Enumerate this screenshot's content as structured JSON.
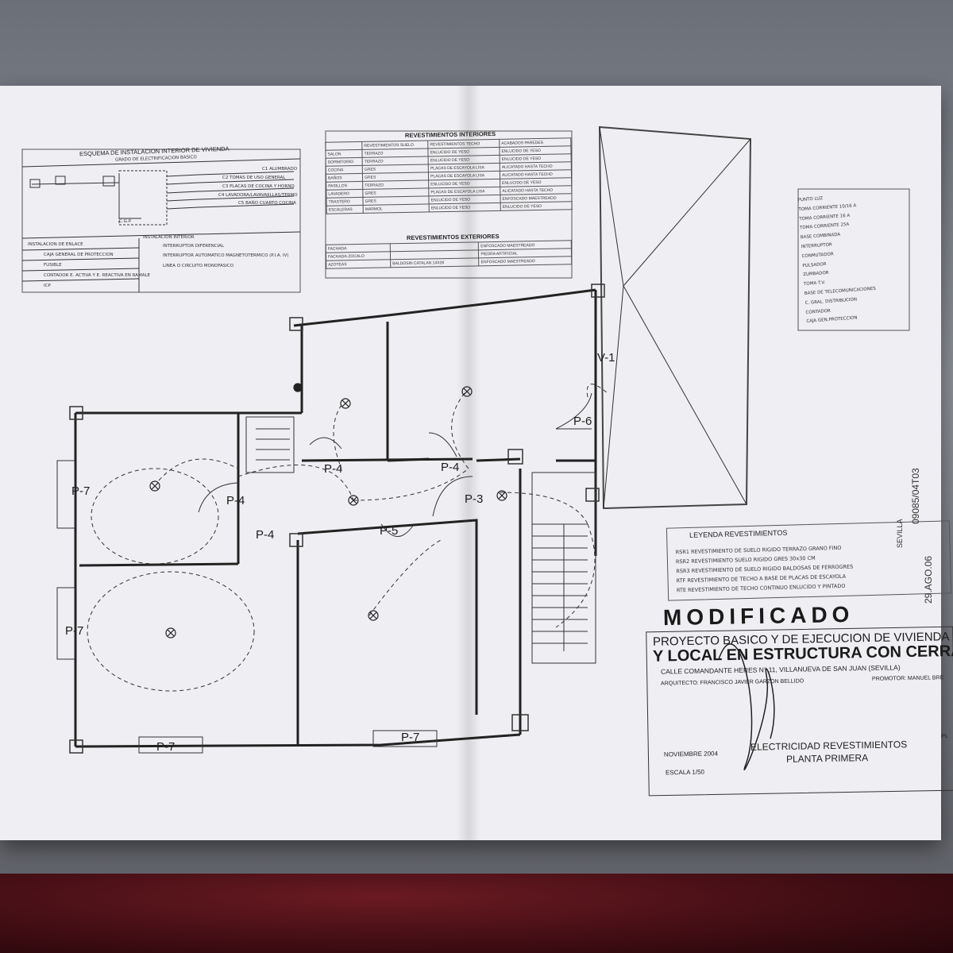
{
  "schema": {
    "title": "ESQUEMA DE INSTALACION INTERIOR DE VIVIENDA",
    "subtitle": "GRADO DE ELECTRIFICACION BASICO",
    "circuits": [
      "C1 ALUMBRADO",
      "C2 TOMAS DE USO GENERAL",
      "C3 PLACAS DE COCINA Y HORNO",
      "C4 LAVADORA/LAVAVAJILLAS/TERMO",
      "C5 BAÑO CUARTO COCINA"
    ],
    "cgp": "C.G.P.",
    "enlace_title": "INSTALACION DE ENLACE",
    "interior_title": "INSTALACION INTERIOR",
    "enlace_items": [
      "CAJA GENERAL DE PROTECCION",
      "FUSIBLE",
      "CONTADOR E. ACTIVA Y E. REACTIVA EN RAMALE",
      "ICP"
    ],
    "interior_items": [
      "INTERRUPTOR DIFERENCIAL",
      "INTERRUPTOR AUTOMATICO MAGNETOTERMICO (P.I.A. IV)",
      "LINEA O CIRCUITO MONOFASICO"
    ]
  },
  "rev_interiores": {
    "title": "REVESTIMIENTOS INTERIORES",
    "headers": [
      "",
      "REVESTIMIENTOS SUELO",
      "REVESTIMIENTOS TECHO",
      "ACABADOS PAREDES"
    ],
    "rows": [
      [
        "SALON",
        "TERRAZO",
        "ENLUCIDO DE YESO",
        "ENLUCIDO DE YESO"
      ],
      [
        "DORMITORIO",
        "TERRAZO",
        "ENLUCIDO DE YESO",
        "ENLUCIDO DE YESO"
      ],
      [
        "COCINA",
        "GRES",
        "PLACAS DE ESCAYOLA LISA",
        "ALICATADO HASTA TECHO"
      ],
      [
        "BAÑOS",
        "GRES",
        "PLACAS DE ESCAYOLA LISA",
        "ALICATADO HASTA TECHO"
      ],
      [
        "PASILLOS",
        "TERRAZO",
        "ENLUCIDO DE YESO",
        "ENLUCIDO DE YESO"
      ],
      [
        "LAVADERO",
        "GRES",
        "PLACAS DE ESCAYOLA LISA",
        "ALICATADO HASTA TECHO"
      ],
      [
        "TRASTERO",
        "GRES",
        "ENLUCIDO DE YESO",
        "ENFOSCADO MAESTREADO"
      ],
      [
        "ESCALERAS",
        "MARMOL",
        "ENLUCIDO DE YESO",
        "ENLUCIDO DE YESO"
      ]
    ]
  },
  "rev_exteriores": {
    "title": "REVESTIMIENTOS EXTERIORES",
    "rows": [
      [
        "FACHADA",
        "",
        "ENFOSCADO MAESTREADO"
      ],
      [
        "FACHADA-ZOCALO",
        "",
        "PIEDRA ARTIFICIAL"
      ],
      [
        "AZOTEAS",
        "BALDOSIN CATALAN 14X28",
        "ENFOSCADO MAESTREADO"
      ]
    ]
  },
  "legend_right": [
    "PUNTO LUZ",
    "TOMA CORRIENTE 10/16 A",
    "TOMA CORRIENTE 16 A",
    "TOMA CORRIENTE 25A",
    "BASE COMBINADA",
    "INTERRUPTOR",
    "CONMUTADOR",
    "PULSADOR",
    "ZUMBADOR",
    "TOMA T.V.",
    "BASE DE TELECOMUNICACIONES",
    "C. GRAL. DISTRIBUCION",
    "CONTADOR",
    "CAJA GEN.PROTECCION"
  ],
  "plan_labels": {
    "v1": "V-1",
    "p6": "P-6",
    "p7a": "P-7",
    "p7b": "P-7",
    "p7c": "P-7",
    "p7d": "P-7",
    "p4a": "P-4",
    "p4b": "P-4",
    "p4c": "P-4",
    "p4d": "P-4",
    "p3": "P-3",
    "p5": "P-5"
  },
  "leyenda": {
    "title": "LEYENDA REVESTIMIENTOS",
    "items": [
      "RSR1 REVESTIMIENTO DE SUELO RIGIDO TERRAZO GRANO FINO",
      "RSR2 REVESTIMIENTO SUELO RIGIDO GRES 30x30 CM",
      "RSR3 REVESTIMIENTO DE SUELO RIGIDO BALDOSAS DE FERROGRES",
      "RTF REVESTIMIENTO DE TECHO A BASE DE PLACAS DE ESCAYOLA",
      "RTE REVESTIMIENTO DE TECHO CONTINUO ENLUCIDO Y PINTADO"
    ]
  },
  "title_block": {
    "modificado": "MODIFICADO",
    "project_line1": "PROYECTO BASICO Y DE EJECUCION DE VIVIENDA UNIFAM",
    "project_line2": "Y LOCAL EN ESTRUCTURA CON CERRAMIE",
    "address": "CALLE COMANDANTE HERES N° 11, VILLANUEVA DE SAN JUAN (SEVILLA)",
    "arquitecto": "ARQUITECTO: FRANCISCO JAVIER GARZON BELLIDO",
    "promotor": "PROMOTOR: MANUEL BRE",
    "fecha": "NOVIEMBRE 2004",
    "escala": "ESCALA 1/50",
    "sheet_title1": "ELECTRICIDAD REVESTIMIENTOS",
    "sheet_title2": "PLANTA PRIMERA",
    "plano": "PL"
  },
  "stamp": {
    "date": "29.AGO.06",
    "code": "09085/04T03",
    "place": "SEVILLA"
  }
}
